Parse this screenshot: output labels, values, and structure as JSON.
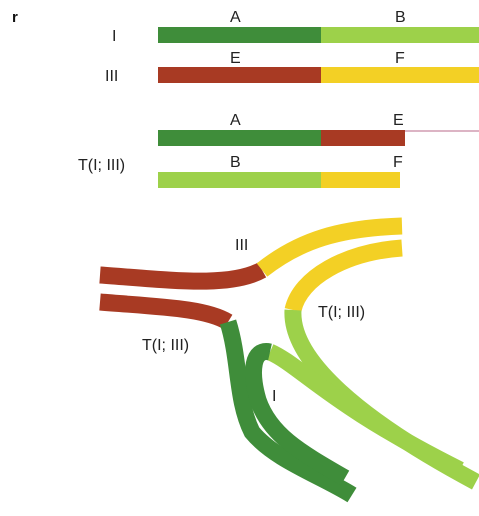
{
  "panel_label": "r",
  "colors": {
    "dark_green": "#3f8d3a",
    "light_green": "#9dd14a",
    "red": "#a83a23",
    "yellow": "#f3d025"
  },
  "chromosomes": {
    "chr_I": {
      "name": "I",
      "left_arm": "A",
      "right_arm": "B"
    },
    "chr_III": {
      "name": "III",
      "left_arm": "E",
      "right_arm": "F"
    },
    "translocation": {
      "name": "T(I; III)",
      "upper": {
        "left_arm": "A",
        "right_arm": "E"
      },
      "lower": {
        "left_arm": "B",
        "right_arm": "F"
      }
    }
  },
  "pairing": {
    "label_III": "III",
    "label_T_right": "T(I; III)",
    "label_T_left": "T(I; III)",
    "label_I": "I"
  }
}
